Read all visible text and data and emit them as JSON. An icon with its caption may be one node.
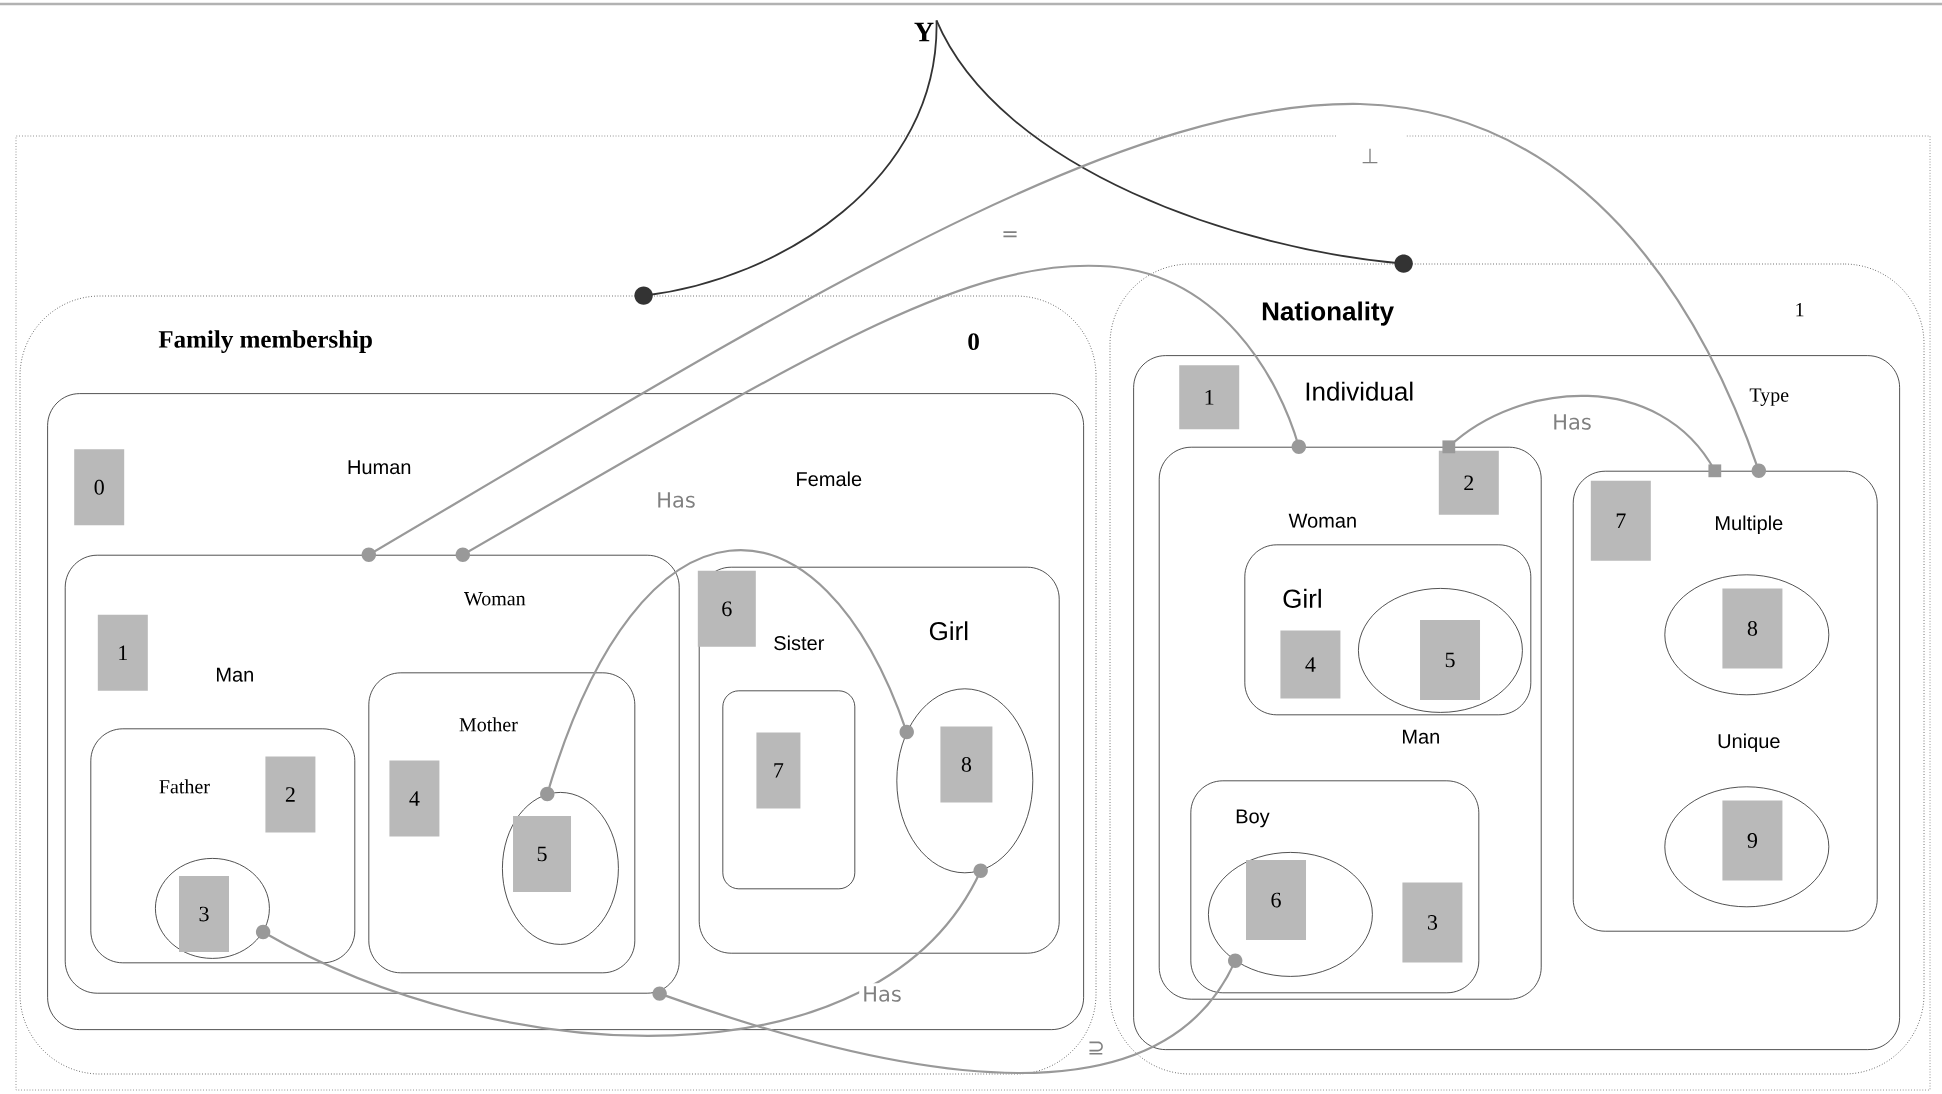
{
  "diagram": {
    "nodes": [
      {
        "text": [
          "Y"
        ]
      },
      {
        "text": [
          "Family membership",
          "0"
        ]
      },
      {
        "text": [
          "Nationality",
          "1"
        ]
      },
      {
        "text": [
          "Human"
        ],
        "in": 1
      },
      {
        "text": [
          "0"
        ],
        "in": 3
      },
      {
        "text": [
          "Woman",
          "Man"
        ],
        "in": 3
      },
      {
        "text": [
          "1"
        ],
        "in": 5
      },
      {
        "text": [
          "Father"
        ],
        "in": 5
      },
      {
        "text": [
          "2"
        ],
        "in": 7
      },
      {
        "text": [],
        "shape": "circle",
        "in": 7
      },
      {
        "text": [
          "3"
        ],
        "in": 9
      },
      {
        "text": [
          "Mother"
        ],
        "in": 5
      },
      {
        "text": [
          "4"
        ],
        "in": 11
      },
      {
        "text": [],
        "shape": "circle",
        "in": 11
      },
      {
        "text": [
          "5"
        ],
        "in": 13
      },
      {
        "text": [
          "Female",
          "Sister",
          "Girl"
        ],
        "in": 3
      },
      {
        "text": [
          "6"
        ],
        "in": 15
      },
      {
        "text": [],
        "shape": "box",
        "in": 15
      },
      {
        "text": [
          "7"
        ],
        "in": 17
      },
      {
        "text": [],
        "shape": "circle",
        "in": 15
      },
      {
        "text": [
          "8"
        ],
        "in": 19
      },
      {
        "text": [
          "Individual",
          "Type"
        ],
        "in": 2
      },
      {
        "text": [
          "1"
        ],
        "in": 21
      },
      {
        "text": [
          "Woman",
          "Man"
        ],
        "in": 21
      },
      {
        "text": [
          "2"
        ],
        "in": 23
      },
      {
        "text": [
          "Girl"
        ],
        "in": 23
      },
      {
        "text": [
          "4"
        ],
        "in": 25
      },
      {
        "text": [],
        "shape": "circle",
        "in": 25
      },
      {
        "text": [
          "5"
        ],
        "in": 27
      },
      {
        "text": [
          "Boy"
        ],
        "in": 23
      },
      {
        "text": [],
        "shape": "circle",
        "in": 29
      },
      {
        "text": [
          "6"
        ],
        "in": 30
      },
      {
        "text": [
          "3"
        ],
        "in": 29
      },
      {
        "text": [
          "Multiple",
          "Unique"
        ],
        "in": 21
      },
      {
        "text": [
          "7"
        ],
        "in": 33
      },
      {
        "text": [],
        "shape": "circle",
        "in": 33
      },
      {
        "text": [
          "8"
        ],
        "in": 35
      },
      {
        "text": [],
        "shape": "circle",
        "in": 33
      },
      {
        "text": [
          "9"
        ],
        "in": 37
      }
    ],
    "edges": [
      {
        "from": 0,
        "to": 1,
        "arrow": "other",
        "color": "#333333"
      },
      {
        "from": 0,
        "to": 2,
        "arrow": "other",
        "color": "#333333"
      },
      {
        "from": 5,
        "to": 33,
        "arrow": "other",
        "label": "⊥"
      },
      {
        "from": 5,
        "to": 23,
        "arrow": "other",
        "label": "="
      },
      {
        "from": 23,
        "to": 33,
        "arrow": "other",
        "label": "Has"
      },
      {
        "from": 13,
        "to": 19,
        "arrow": "other",
        "label": "Has"
      },
      {
        "from": 9,
        "to": 19,
        "arrow": "other",
        "label": "Has"
      },
      {
        "from": 5,
        "to": 30,
        "arrow": "other",
        "label": "⊇"
      }
    ]
  }
}
